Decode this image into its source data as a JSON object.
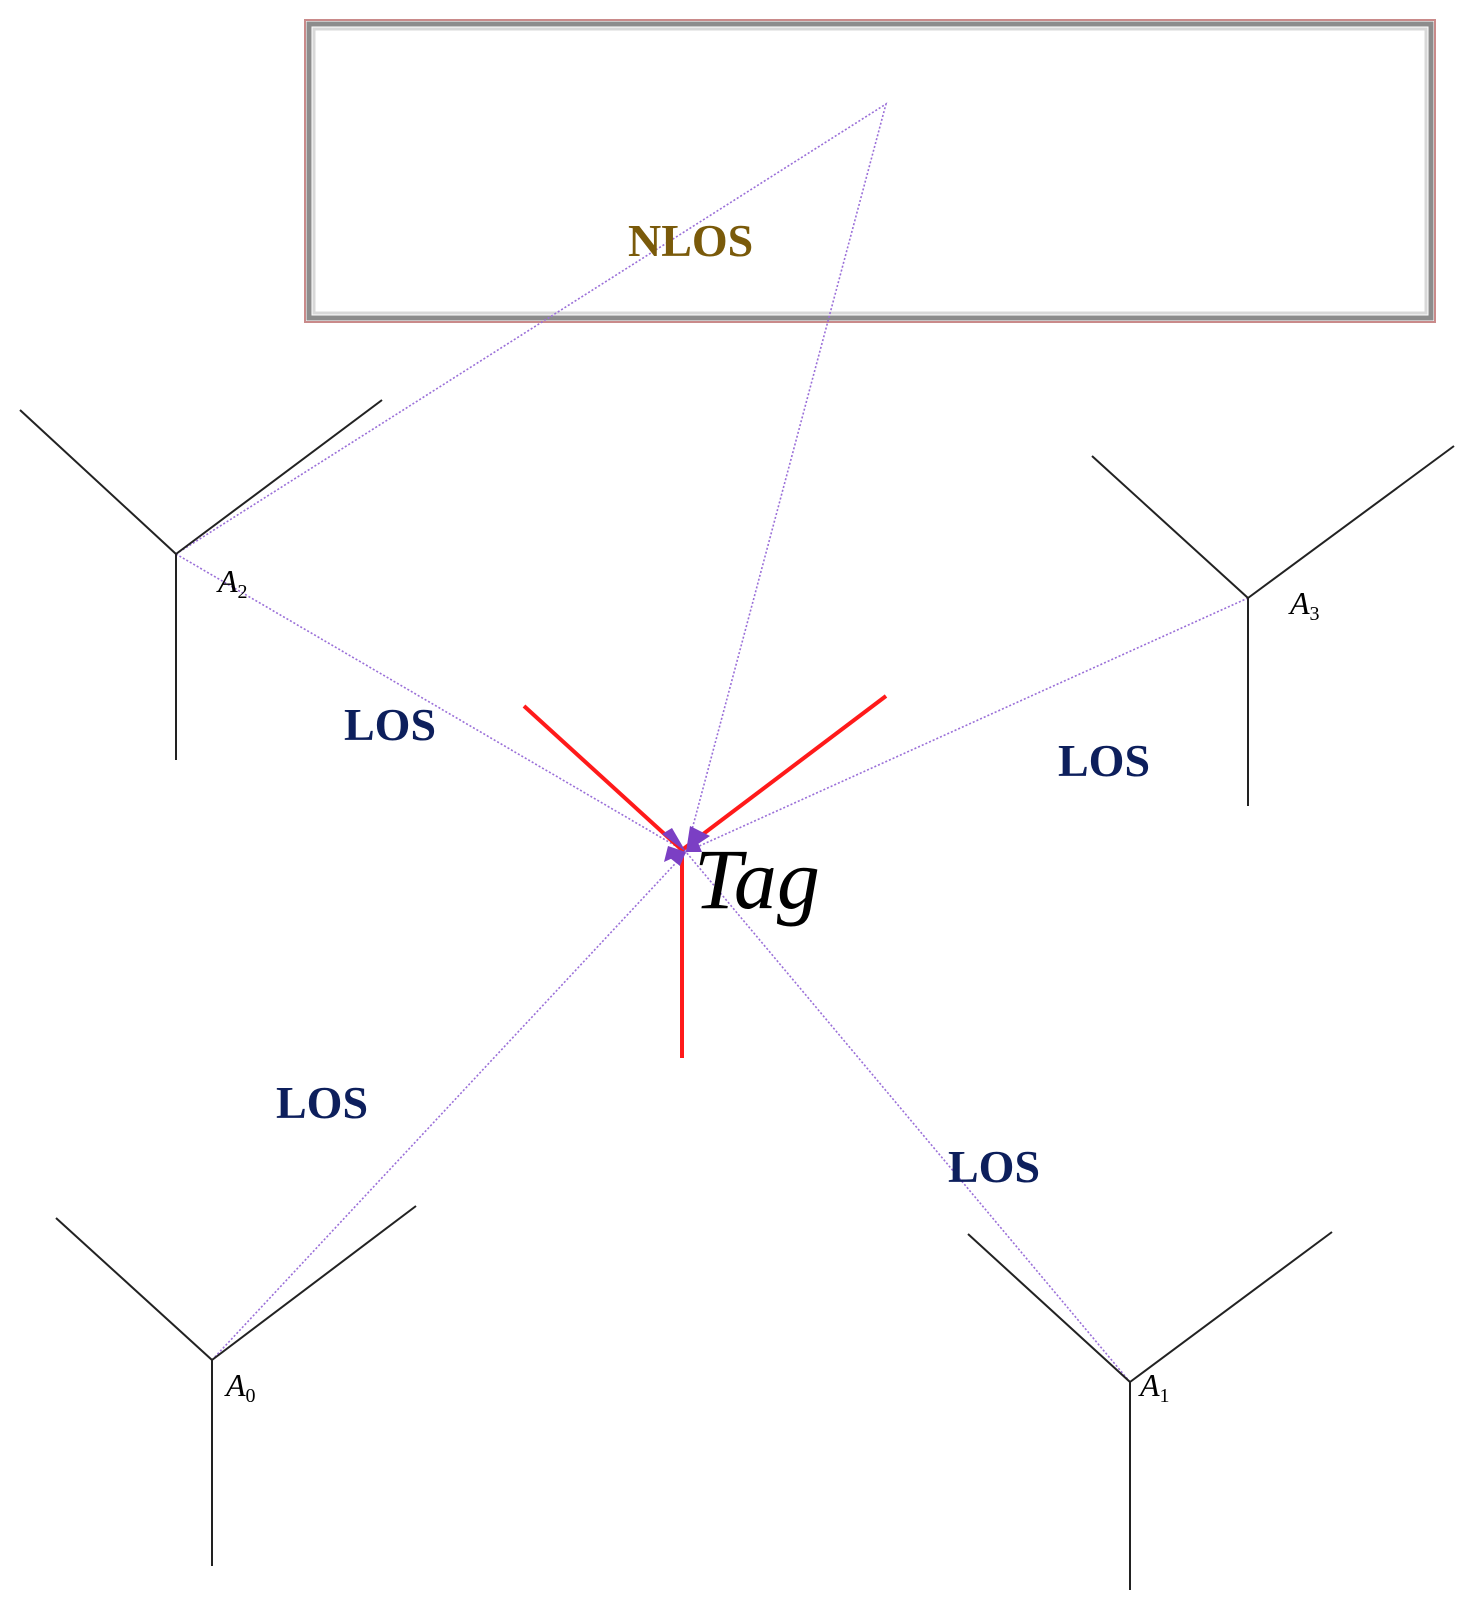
{
  "diagram": {
    "obstacle_label": "NLOS",
    "tag_label": "Tag",
    "los_labels": [
      "LOS",
      "LOS",
      "LOS",
      "LOS"
    ],
    "anchors": [
      {
        "letter": "A",
        "sub": "0"
      },
      {
        "letter": "A",
        "sub": "1"
      },
      {
        "letter": "A",
        "sub": "2"
      },
      {
        "letter": "A",
        "sub": "3"
      }
    ],
    "colors": {
      "los_text": "#0d1f5c",
      "nlos_text": "#7a5a0a",
      "signal_path": "#9a6fd8",
      "tag_antenna": "#ff1a1a",
      "tag_marker": "#7b3fc4",
      "anchor_antenna": "#222222",
      "obstacle_border": "#c98a8a"
    }
  }
}
